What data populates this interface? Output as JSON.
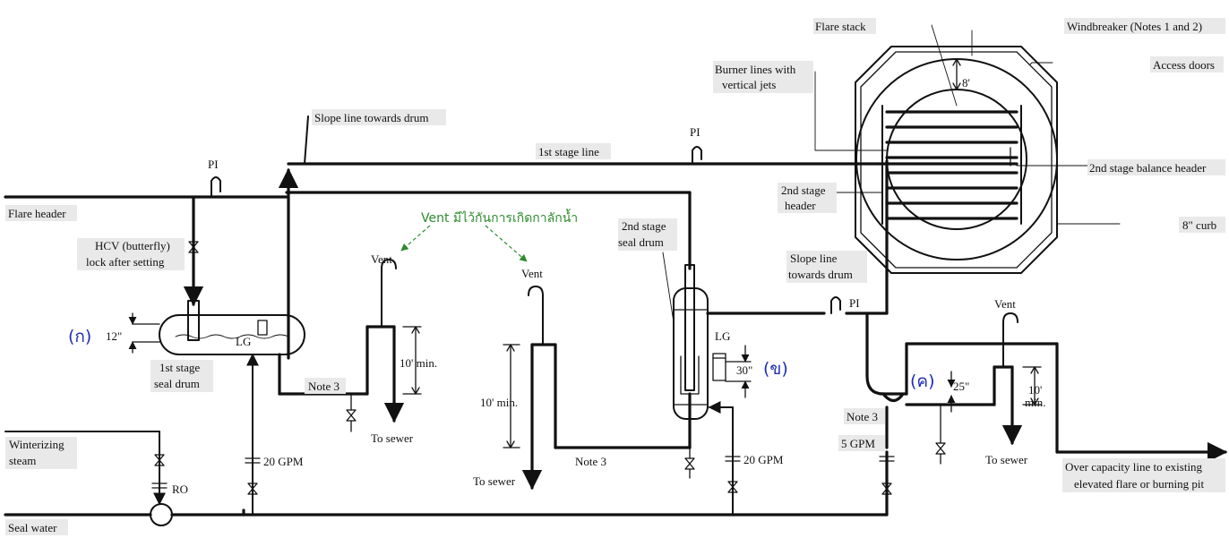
{
  "labels": {
    "flare_stack": "Flare stack",
    "windbreaker": "Windbreaker (Notes 1 and 2)",
    "access_doors": "Access doors",
    "burner_lines_1": "Burner lines with",
    "burner_lines_2": "vertical jets",
    "dim_8ft": "8'",
    "slope_line_top": "Slope line towards drum",
    "pi_left": "PI",
    "pi_top": "PI",
    "pi_right": "PI",
    "first_stage_line": "1st stage line",
    "second_stage_balance_header": "2nd stage balance header",
    "second_stage_header_1": "2nd stage",
    "second_stage_header_2": "header",
    "curb_8in": "8\" curb",
    "flare_header": "Flare header",
    "hcv_1": "HCV (butterfly)",
    "hcv_2": "lock after setting",
    "dim_12in": "12\"",
    "lg_left": "LG",
    "first_stage_seal_drum_1": "1st stage",
    "first_stage_seal_drum_2": "seal drum",
    "vent_1": "Vent",
    "vent_2": "Vent",
    "vent_3": "Vent",
    "ten_min_1": "10' min.",
    "ten_min_2": "10' min.",
    "ten_min_3a": "10'",
    "ten_min_3b": "min.",
    "note3_left": "Note 3",
    "note3_mid": "Note 3",
    "note3_right": "Note 3",
    "to_sewer_1": "To sewer",
    "to_sewer_2": "To sewer",
    "to_sewer_3": "To sewer",
    "second_stage_seal_drum_1": "2nd stage",
    "second_stage_seal_drum_2": "seal drum",
    "lg_right": "LG",
    "dim_30in": "30\"",
    "slope_line_right_1": "Slope line",
    "slope_line_right_2": "towards drum",
    "dim_25in": "25\"",
    "gpm_20_left": "20 GPM",
    "gpm_20_right": "20 GPM",
    "gpm_5": "5 GPM",
    "winterizing_1": "Winterizing",
    "winterizing_2": "steam",
    "ro": "RO",
    "seal_water": "Seal water",
    "over_capacity_1": "Over capacity line to existing",
    "over_capacity_2": "elevated flare or burning pit"
  },
  "annotations": {
    "thai_a": "(ก)",
    "thai_b": "(ข)",
    "thai_c": "(ค)",
    "vent_note": "Vent มีไว้กันการเกิดกาลักน้ำ"
  },
  "colors": {
    "line": "#111111",
    "label_background": "#e9e9e9",
    "thai_marker": "#1f2db5",
    "vent_note": "#2e8b2e"
  }
}
